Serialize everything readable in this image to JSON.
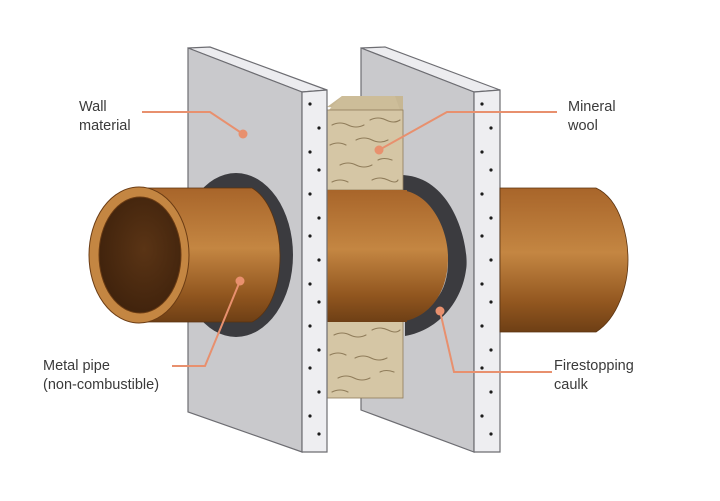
{
  "title": "Firestopping penetration through a double wall assembly",
  "labels": {
    "wall_material": "Wall\nmaterial",
    "mineral_wool": "Mineral\nwool",
    "metal_pipe": "Metal pipe\n(non-combustible)",
    "firestopping_caulk": "Firestopping\ncaulk"
  },
  "colors": {
    "background": "#ffffff",
    "wall_face": "#c9c9cc",
    "wall_edge": "#eeeef1",
    "wall_outline": "#6d6d72",
    "pipe_mid": "#c0803e",
    "pipe_dark": "#7a4818",
    "pipe_inner": "#4e2c12",
    "caulk": "#3b3b3f",
    "mineral_wool": "#d5c6a5",
    "wool_fiber": "#8f7c5a",
    "leader_line": "#e8906e",
    "label_text": "#3a3a3a"
  }
}
